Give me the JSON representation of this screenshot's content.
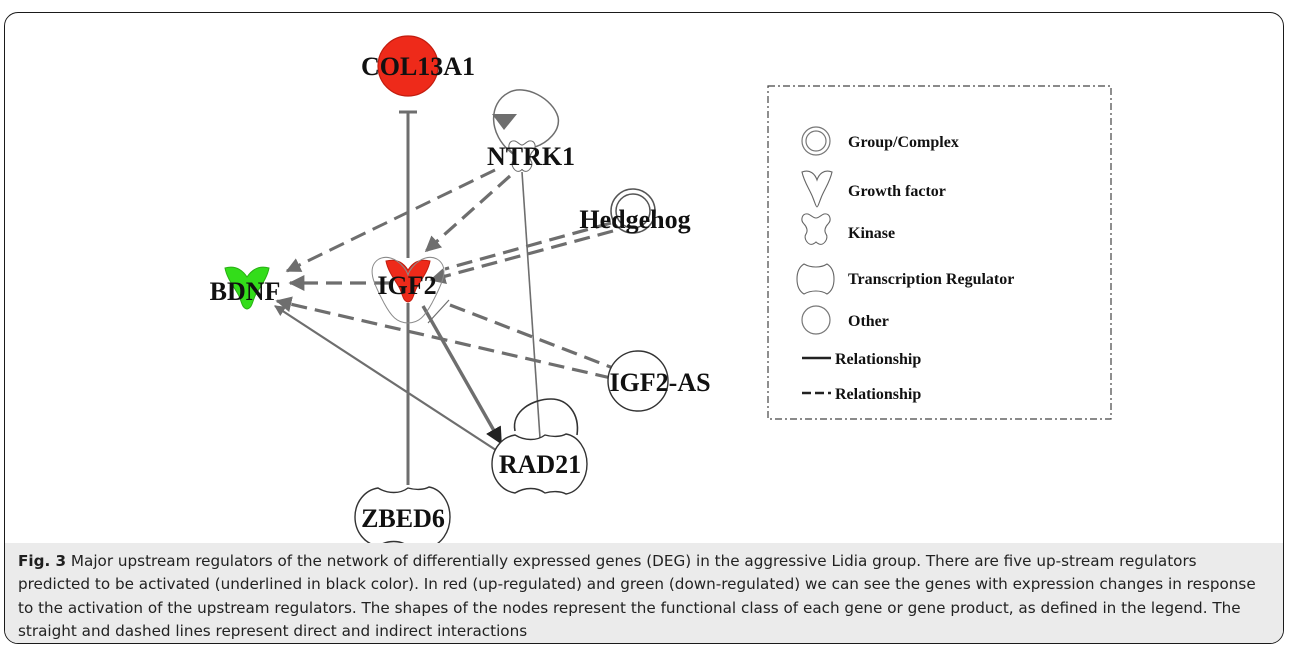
{
  "nodes": {
    "col13a1": "COL13A1",
    "ntrk1": "NTRK1",
    "hedgehog": "Hedgehog",
    "bdnf": "BDNF",
    "igf2": "IGF2",
    "igf2_as": "IGF2-AS",
    "rad21": "RAD21",
    "zbed6": "ZBED6"
  },
  "node_colors": {
    "up_regulated": "#ee2a1a",
    "down_regulated": "#33dd1a",
    "edge": "#6e6e6e"
  },
  "legend": {
    "items": [
      {
        "icon": "group-complex-icon",
        "label": "Group/Complex"
      },
      {
        "icon": "growth-factor-icon",
        "label": "Growth factor"
      },
      {
        "icon": "kinase-icon",
        "label": "Kinase"
      },
      {
        "icon": "transcription-regulator-icon",
        "label": "Transcription Regulator"
      },
      {
        "icon": "other-icon",
        "label": "Other"
      },
      {
        "icon": "solid-line-icon",
        "label": "Relationship"
      },
      {
        "icon": "dashed-line-icon",
        "label": "Relationship"
      }
    ]
  },
  "caption": {
    "label": "Fig. 3",
    "text": " Major upstream regulators of the network of differentially expressed genes (DEG) in the aggressive Lidia group. There are five up-stream regulators predicted to be activated (underlined in black color). In red (up-regulated) and green (down-regulated) we can see the genes with expression changes in response to the activation of the upstream regulators. The shapes of the nodes represent the functional class of each gene or gene product, as defined in the legend. The straight and dashed lines represent direct and indirect interactions"
  }
}
